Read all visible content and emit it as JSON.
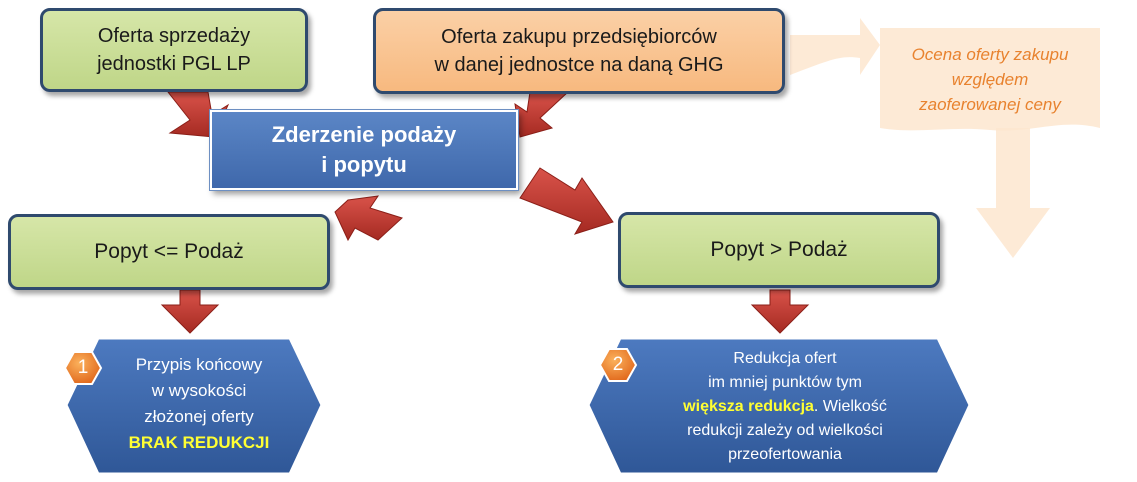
{
  "boxes": {
    "sale_offer": {
      "line1": "Oferta sprzedaży",
      "line2": "jednostki PGL LP"
    },
    "purchase_offer": {
      "line1": "Oferta zakupu przedsiębiorców",
      "line2": "w danej jednostce na daną GHG"
    },
    "clash": {
      "line1": "Zderzenie podaży",
      "line2": "i popytu"
    },
    "demand_le_supply": {
      "label": "Popyt <= Podaż"
    },
    "demand_gt_supply": {
      "label": "Popyt > Podaż"
    }
  },
  "note": {
    "line1": "Ocena oferty zakupu",
    "line2": "względem",
    "line3": "zaoferowanej ceny"
  },
  "outcomes": {
    "one": {
      "number": "1",
      "line1": "Przypis końcowy",
      "line2": "w wysokości",
      "line3": "złożonej oferty",
      "highlight": "BRAK REDUKCJI"
    },
    "two": {
      "number": "2",
      "line1": "Redukcja ofert",
      "line2": "im mniej punktów tym",
      "highlight": "większa redukcja",
      "line3_rest": ". Wielkość",
      "line4": "redukcji zależy od wielkości",
      "line5": "przeofertowania"
    }
  },
  "colors": {
    "arrow": "#c0392b",
    "box_border": "#2f4a6e",
    "blue": "#4a74b8",
    "green": "#c6dc95",
    "orange": "#f9c08b",
    "note_text": "#e8822e",
    "highlight": "#ffff33"
  }
}
